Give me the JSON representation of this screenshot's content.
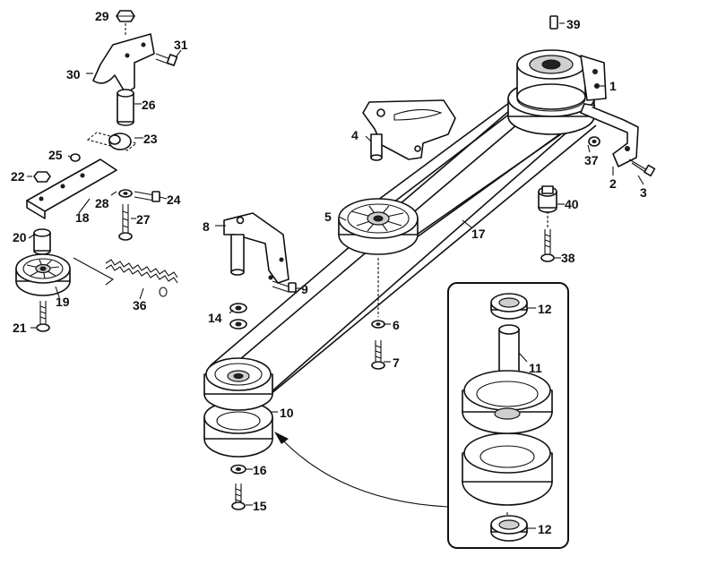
{
  "callouts": {
    "c1": "1",
    "c2": "2",
    "c3": "3",
    "c4": "4",
    "c5": "5",
    "c6": "6",
    "c7": "7",
    "c8": "8",
    "c9": "9",
    "c10": "10",
    "c11": "11",
    "c12a": "12",
    "c12b": "12",
    "c14": "14",
    "c15": "15",
    "c16": "16",
    "c17": "17",
    "c18": "18",
    "c19": "19",
    "c20": "20",
    "c21": "21",
    "c22": "22",
    "c23": "23",
    "c24": "24",
    "c25": "25",
    "c26": "26",
    "c27": "27",
    "c28": "28",
    "c29": "29",
    "c30": "30",
    "c31": "31",
    "c36": "36",
    "c37": "37",
    "c38": "38",
    "c39": "39",
    "c40": "40"
  }
}
